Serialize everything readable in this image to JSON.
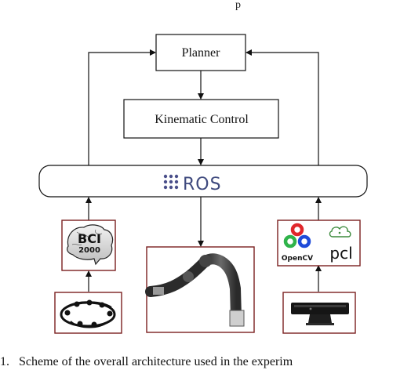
{
  "header_partial": "p",
  "boxes": {
    "planner": "Planner",
    "kinematic_control": "Kinematic Control",
    "ros": "ROS"
  },
  "logos": {
    "bci_top": "BCI",
    "bci_bottom": "2000",
    "opencv": "OpenCV",
    "pcl": "pcl"
  },
  "caption": "1.   Scheme of the overall architecture used in the experim"
}
